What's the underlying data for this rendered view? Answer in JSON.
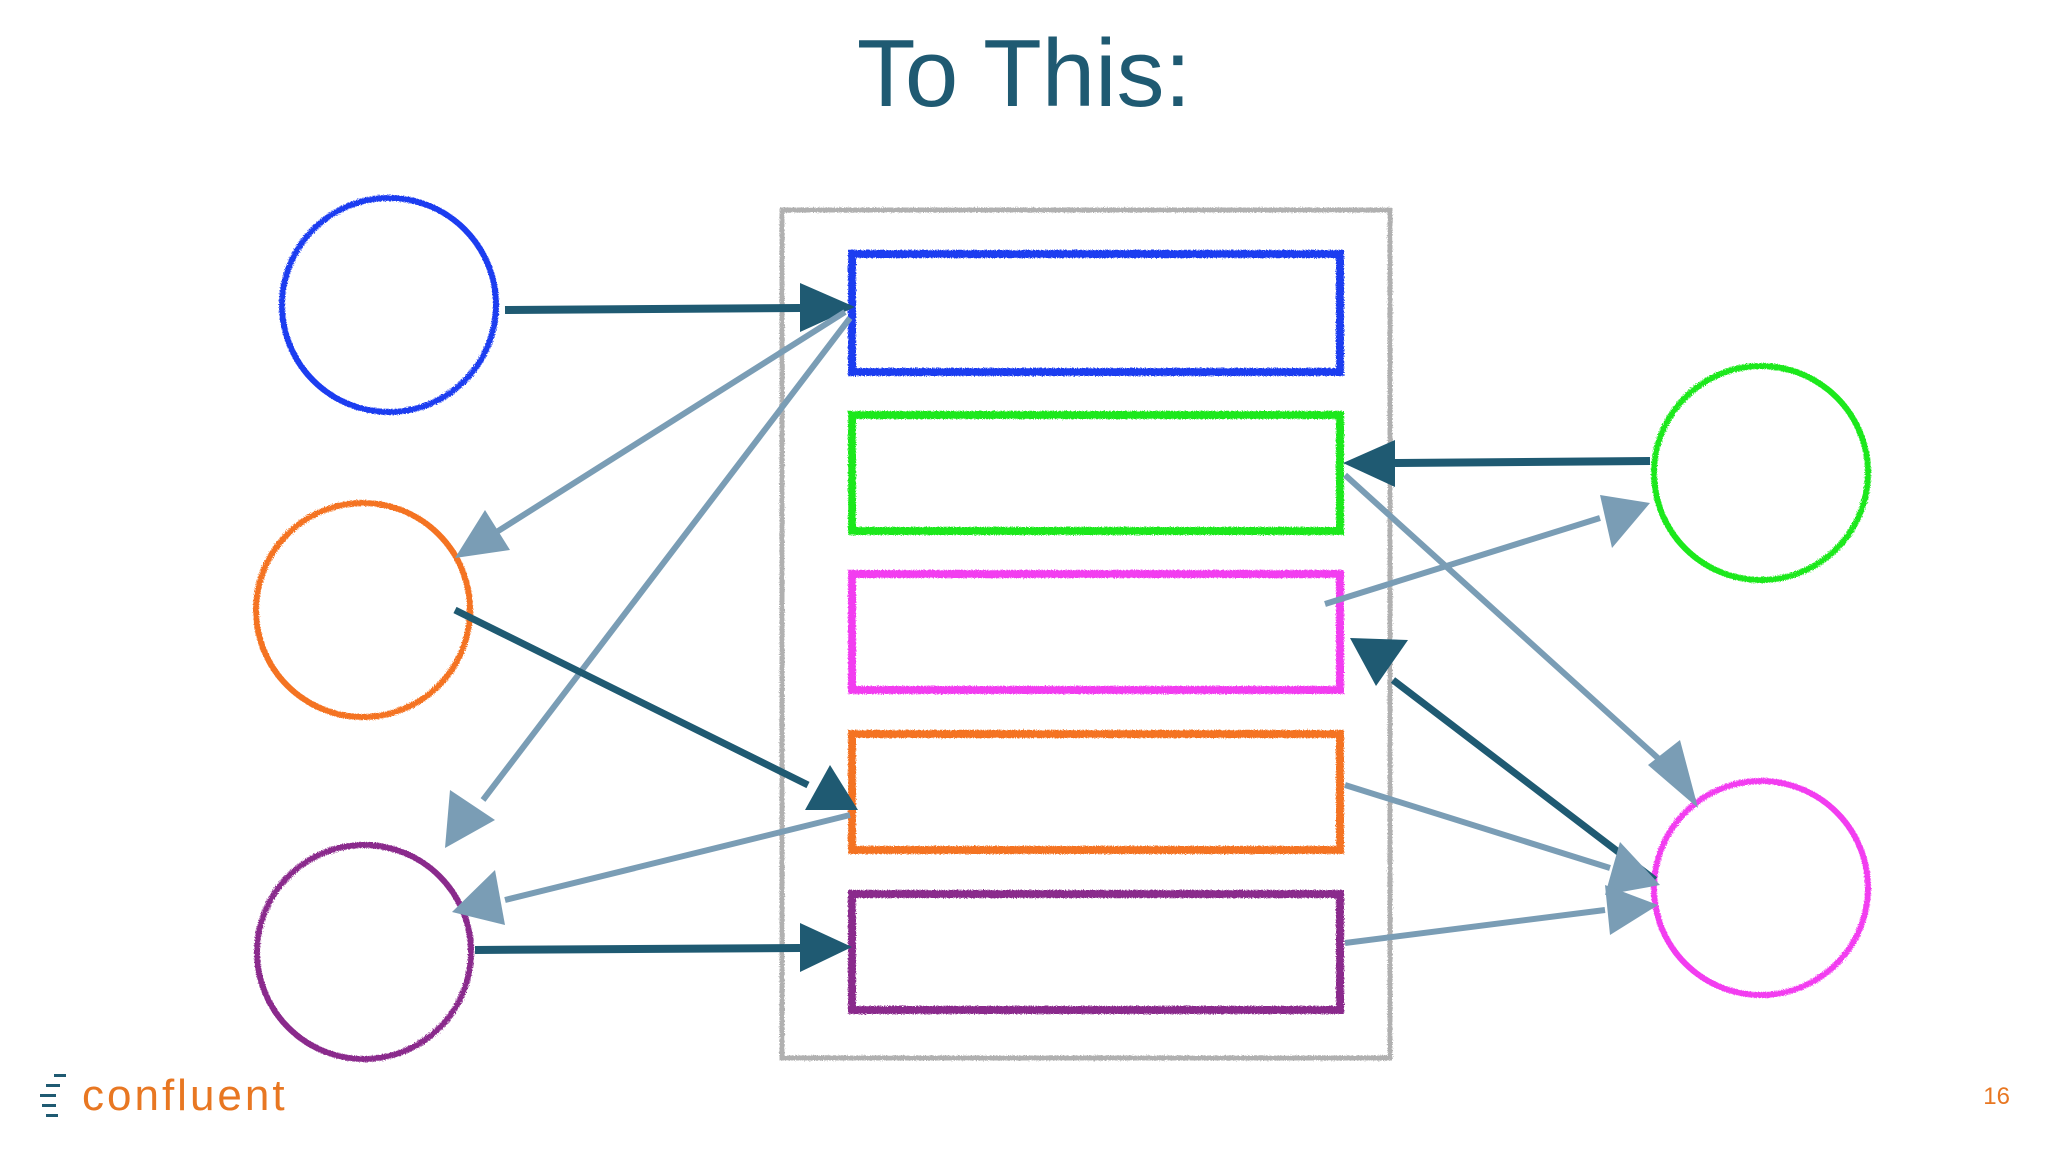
{
  "slide": {
    "title": "To This:",
    "page_number": "16"
  },
  "logo": {
    "text": "confluent"
  },
  "colors": {
    "title": "#1f5a72",
    "blue": "#1e3cf0",
    "green": "#1ee81e",
    "magenta": "#f23cf0",
    "orange": "#f47320",
    "purple": "#8a2a8c",
    "arrow_dark": "#1f5a72",
    "arrow_light": "#7a9db5",
    "container": "#b0b0b0",
    "brand_orange": "#e87722"
  },
  "diagram": {
    "left_nodes": [
      "blue",
      "orange",
      "purple"
    ],
    "right_nodes": [
      "green",
      "magenta"
    ],
    "log_slots": [
      "blue",
      "green",
      "magenta",
      "orange",
      "purple"
    ]
  }
}
